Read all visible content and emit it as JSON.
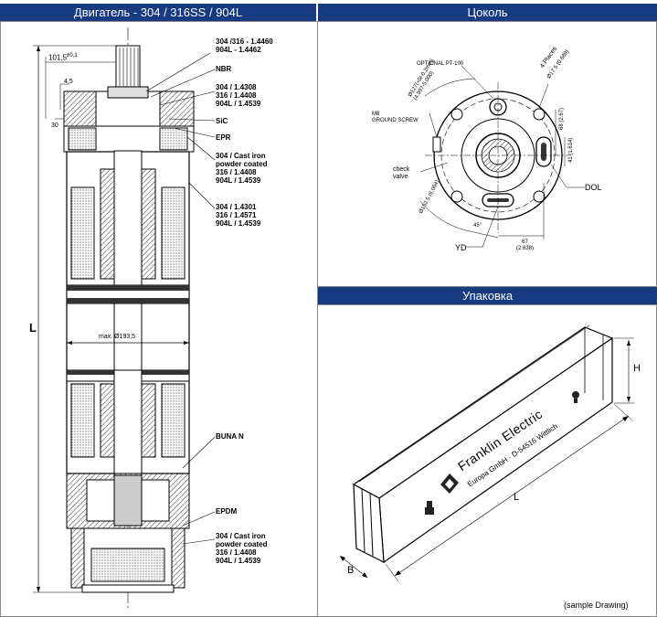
{
  "headers": {
    "motor": "Двигатель  - 304 / 316SS / 904L",
    "base": "Цоколь",
    "packaging": "Упаковка"
  },
  "motor": {
    "dim_top": "101,5",
    "dim_top_tol": "±0,1",
    "dim_45": "4,5",
    "dim_30": "30",
    "dim_L": "L",
    "dim_diameter": "max. Ø193,5",
    "labels": {
      "shaft": [
        "304 /316 - 1.4460",
        "904L  - 1.4462"
      ],
      "nbr": "NBR",
      "bearing": [
        "304 / 1.4308",
        "316 / 1.4408",
        "904L / 1.4539"
      ],
      "sic": "SiC",
      "epr": "EPR",
      "housing_top": [
        "304 / Cast iron",
        "powder coated",
        "316 / 1.4408",
        "904L / 1.4539"
      ],
      "shell": [
        "304 / 1.4301",
        "316 / 1.4571",
        "904L / 1.4539"
      ],
      "buna": "BUNA N",
      "epdm": "EPDM",
      "housing_bottom": [
        "304 / Cast iron",
        "powder coated",
        "316 / 1.4408",
        "904L / 1.4539"
      ]
    }
  },
  "base": {
    "optional": "OPTIONAL PT-100",
    "places": "4 Places",
    "places_dim": "Ø17.5",
    "places_dim_in": "(0.689)",
    "pcd": "Ø127(+0/-0.2mm)",
    "pcd_in": "(4.997-5.000)",
    "screw": [
      "M8",
      "GROUND SCREW"
    ],
    "check": [
      "check",
      "valve"
    ],
    "diam": "Ø152.5",
    "diam_in": "(6.004)",
    "dim_68": "68",
    "dim_68_in": "(2.67)",
    "dim_41": "41",
    "dim_41_in": "(1.614)",
    "dim_67": "67",
    "dim_67_in": "(2.638)",
    "angle": "45°",
    "dol": "DOL",
    "yd": "YD"
  },
  "pack": {
    "brand": "Franklin Electric",
    "address": "Europa GmbH · D-54516 Wittlich",
    "dim_h": "H",
    "dim_l": "L",
    "dim_b": "B",
    "note": "(sample Drawing)"
  },
  "colors": {
    "header_bg": "#173a80",
    "line": "#000000",
    "hatch": "#555555"
  }
}
